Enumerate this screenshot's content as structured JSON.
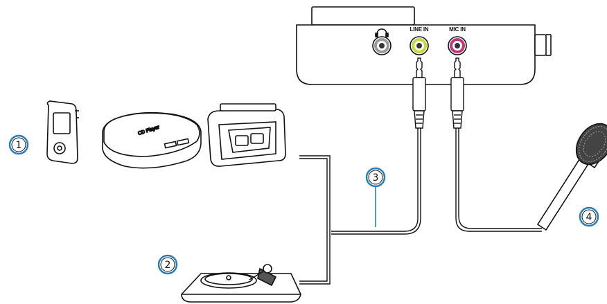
{
  "device_panel": {
    "ports": [
      {
        "id": "headphone",
        "label": "",
        "icon": "headphone-icon",
        "ring_color": "#9a9a9a"
      },
      {
        "id": "line_in",
        "label": "LINE IN",
        "ring_color": "#c7d83a"
      },
      {
        "id": "mic_in",
        "label": "MIC IN",
        "ring_color": "#c0367d"
      }
    ]
  },
  "callouts": [
    {
      "number": "1"
    },
    {
      "number": "2"
    },
    {
      "number": "3"
    },
    {
      "number": "4"
    }
  ],
  "devices": {
    "cd_player_text": "CD Player"
  },
  "colors": {
    "line": "#111111",
    "callout_ring": "#2a7fb8",
    "device_fill": "#ffffff"
  }
}
